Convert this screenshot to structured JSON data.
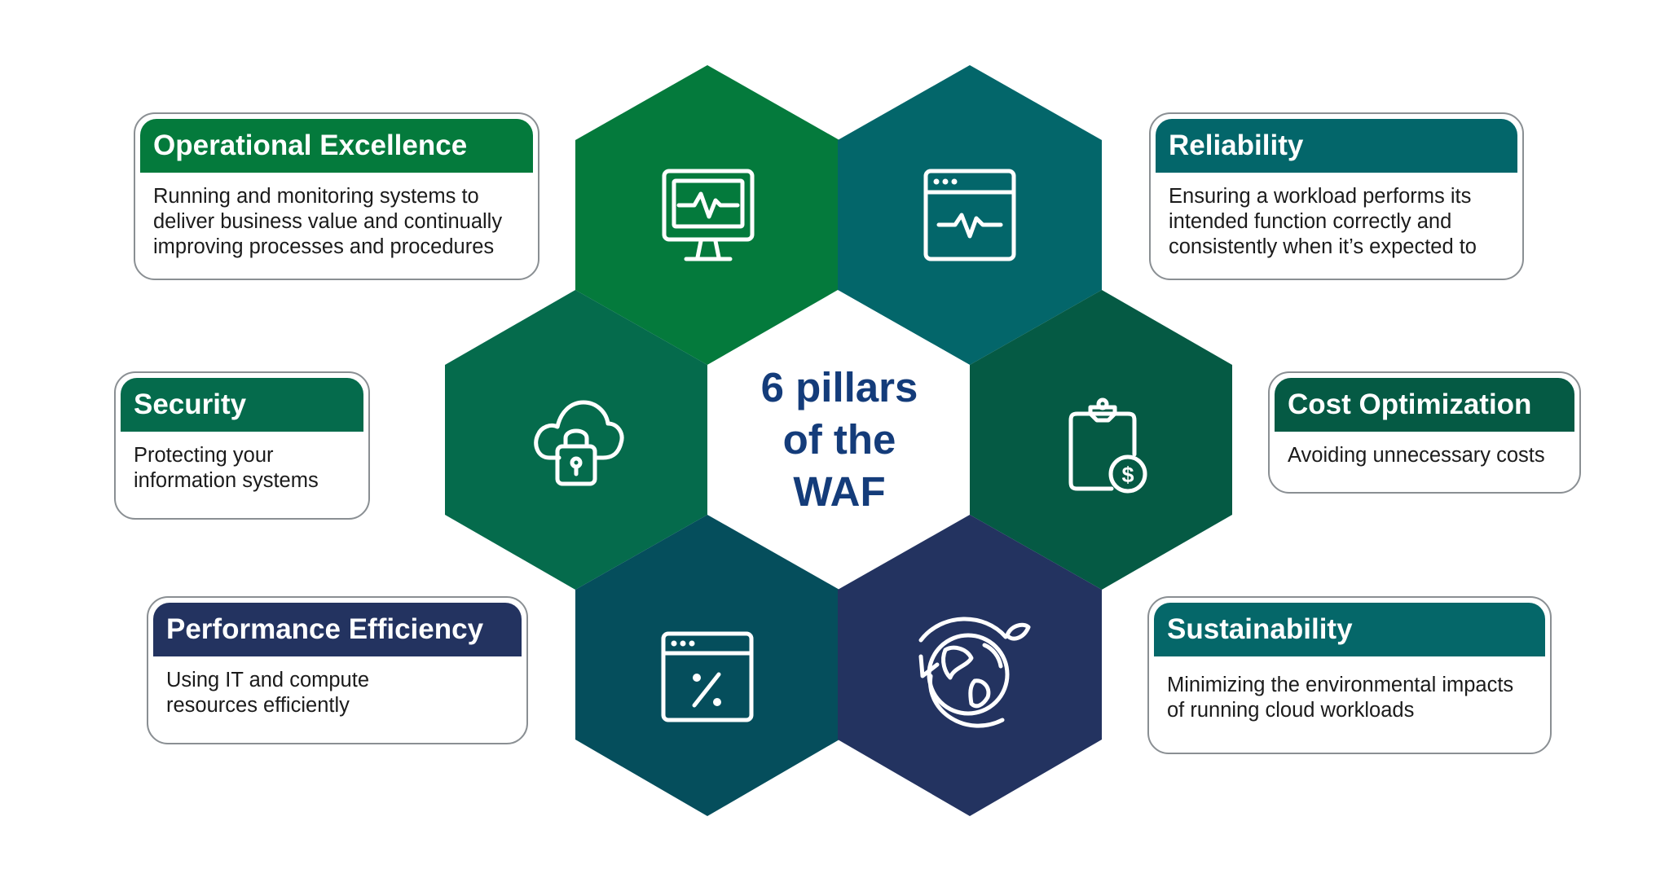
{
  "center": {
    "label": "6 pillars\nof the\nWAF"
  },
  "pillars": [
    {
      "id": "operational-excellence",
      "title": "Operational Excellence",
      "description": "Running and monitoring systems to\ndeliver business value and continually\nimproving processes and procedures",
      "color": "#047a3c",
      "icon": "monitor-pulse-icon"
    },
    {
      "id": "reliability",
      "title": "Reliability",
      "description": "Ensuring a workload performs its\nintended function correctly and\nconsistently when it’s expected to",
      "color": "#03666a",
      "icon": "browser-pulse-icon"
    },
    {
      "id": "security",
      "title": "Security",
      "description": "Protecting your\ninformation systems",
      "color": "#056b4c",
      "icon": "cloud-lock-icon"
    },
    {
      "id": "cost-optimization",
      "title": "Cost Optimization",
      "description": "Avoiding unnecessary costs",
      "color": "#055a44",
      "icon": "clipboard-dollar-icon"
    },
    {
      "id": "performance-efficiency",
      "title": "Performance Efficiency",
      "description": "Using IT and compute\nresources efficiently",
      "color": "#233360",
      "icon": "browser-percent-icon"
    },
    {
      "id": "sustainability",
      "title": "Sustainability",
      "description": "Minimizing the environmental impacts\nof running cloud workloads",
      "color": "#056769",
      "icon": "globe-leaf-icon"
    }
  ],
  "hex_colors": {
    "top_left": "#047a3c",
    "top_right": "#03666a",
    "mid_left": "#056b4c",
    "mid_right": "#055a44",
    "bottom_left": "#054e5c",
    "bottom_right": "#233360"
  }
}
